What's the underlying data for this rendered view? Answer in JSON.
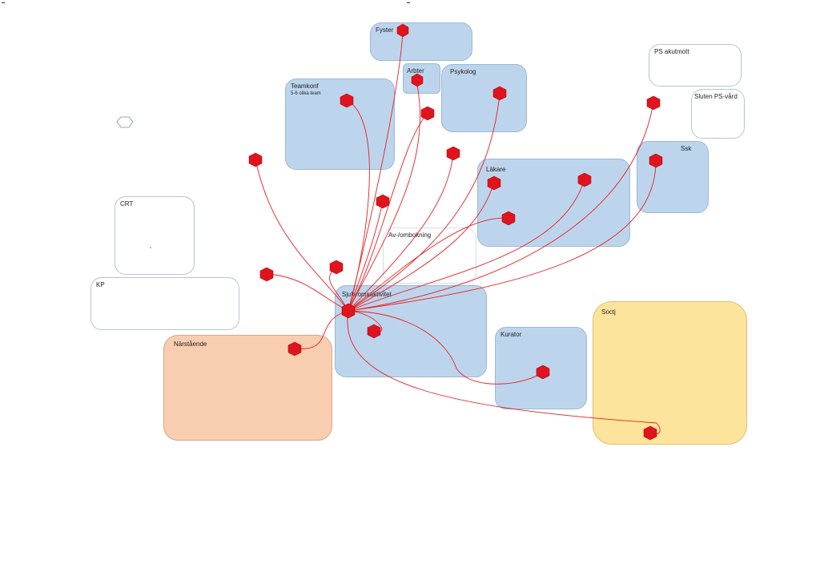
{
  "nodes": {
    "fyster": "Fyster",
    "arbter": "Arbter",
    "psykolog": "Psykolog",
    "teamkonf": "Teamkonf",
    "teamkonf_sub": "5-6 olika team",
    "ps_akutmott": "PS akutmott",
    "sluten_ps_vard": "Sluten PS-vård",
    "ssk": "Ssk",
    "lakare": "Läkare",
    "crt": "CRT",
    "av_ombokning": "Av-/ombokning",
    "kp": "KP",
    "sjukvardsaktivitet": "Sjukvomsaktivitet",
    "narstaende": "Närstående",
    "kurator": "Kurator",
    "soctj": "Soctj"
  },
  "colors": {
    "blue": "#bdd5ec",
    "orange": "#f8cdb0",
    "yellow": "#fde49c",
    "link": "#e62020",
    "marker": "#e0141e"
  }
}
